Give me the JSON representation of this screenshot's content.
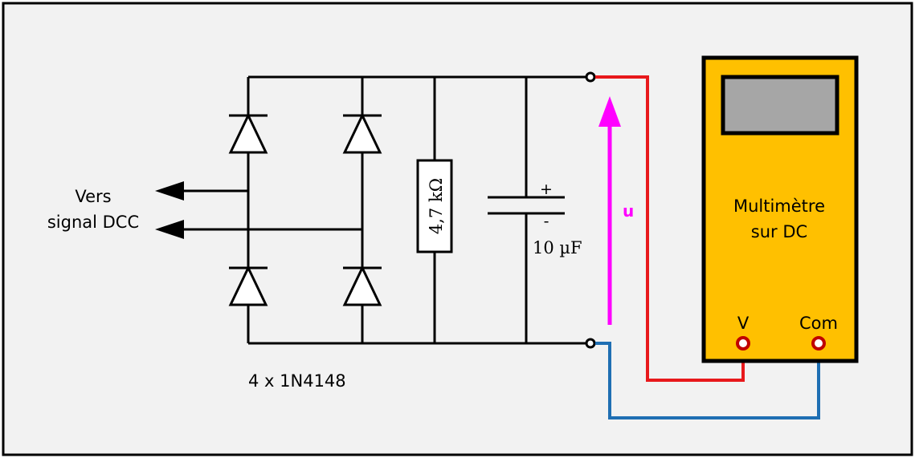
{
  "labels": {
    "input": [
      "Vers",
      "signal DCC"
    ],
    "diodes": "4 x 1N4148",
    "resistor": "4,7 kΩ",
    "capacitor_value": "10 µF",
    "capacitor_plus": "+",
    "capacitor_minus": "-",
    "voltage": "u",
    "meter": [
      "Multimètre",
      "sur DC"
    ],
    "terminal_v": "V",
    "terminal_com": "Com"
  },
  "colors": {
    "background": "#f2f2f2",
    "wire": "#000000",
    "lead_positive": "#e8191c",
    "lead_negative": "#1f6fb3",
    "voltage_arrow": "#ff00ff",
    "meter_body": "#ffc000",
    "meter_screen": "#a6a6a6",
    "terminal_ring": "#c00000"
  },
  "icons": {
    "diode": "diode-symbol-icon",
    "resistor": "resistor-symbol-icon",
    "capacitor": "capacitor-symbol-icon",
    "arrow": "left-arrow-icon"
  }
}
